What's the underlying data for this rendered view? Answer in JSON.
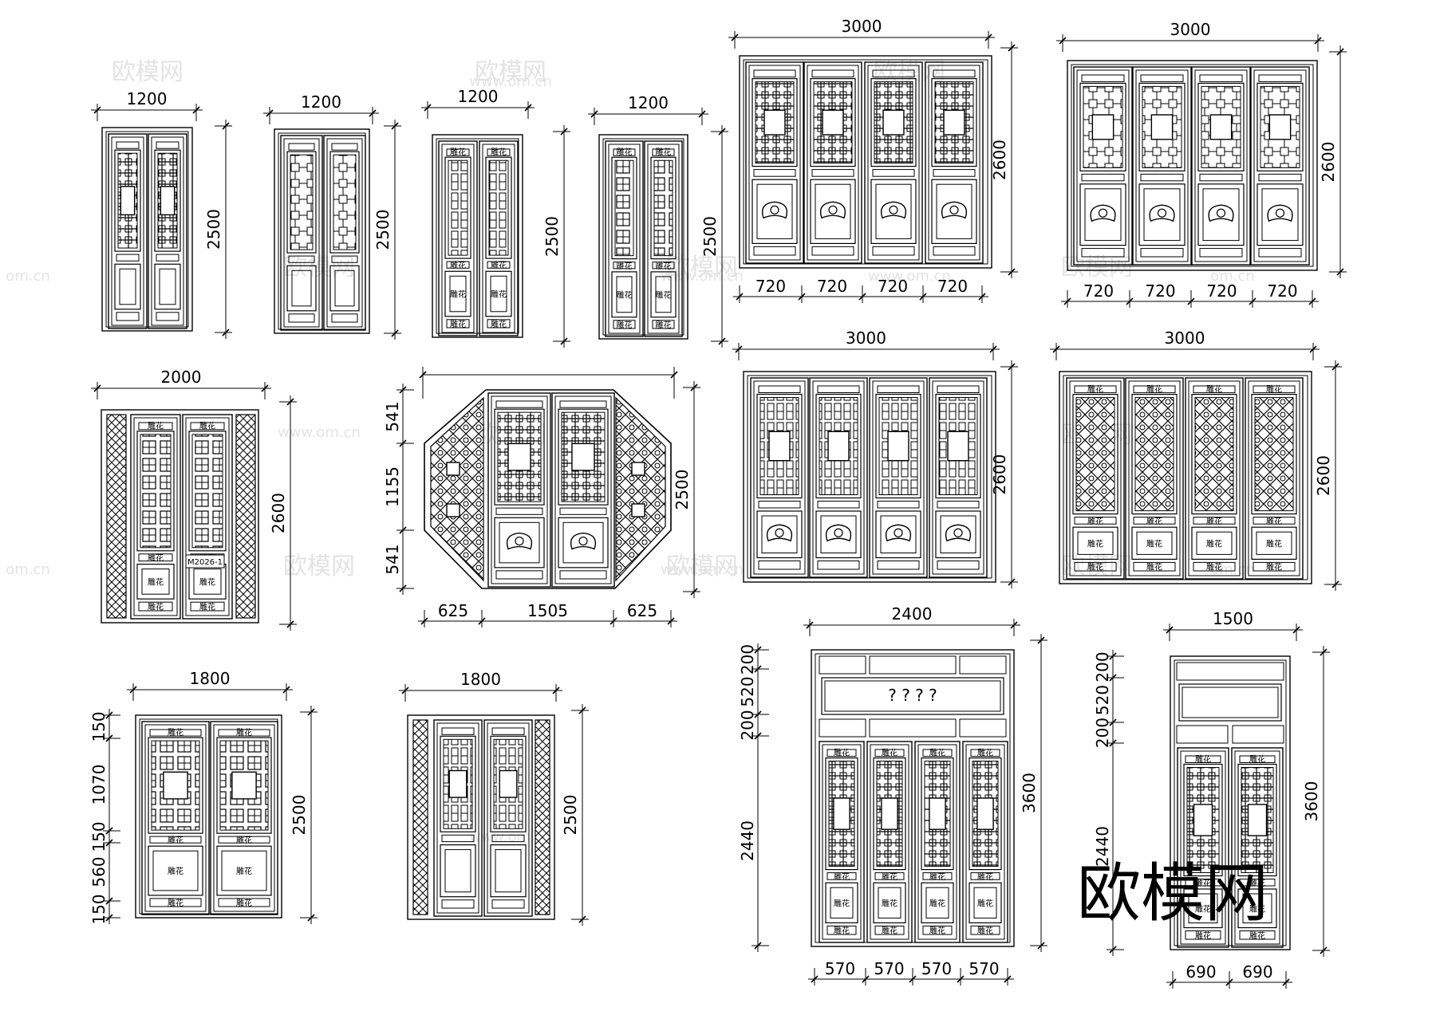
{
  "watermarks": {
    "brand": "欧模网",
    "site": "www.om.cn",
    "site_short": "om.cn"
  },
  "carving_label": "雕花",
  "door_code": "M2026-1",
  "question_marks": "? ? ? ?",
  "doors": [
    {
      "id": "d1",
      "width": "1200",
      "height": "2500"
    },
    {
      "id": "d2",
      "width": "1200",
      "height": "2500"
    },
    {
      "id": "d3",
      "width": "1200",
      "height": "2500"
    },
    {
      "id": "d4",
      "width": "1200",
      "height": "2500"
    },
    {
      "id": "d5",
      "width": "3000",
      "height": "2600",
      "panels": [
        "720",
        "720",
        "720",
        "720"
      ]
    },
    {
      "id": "d6",
      "width": "3000",
      "height": "2600",
      "panels": [
        "720",
        "720",
        "720",
        "720"
      ]
    },
    {
      "id": "d7",
      "width": "2000",
      "height": "2600"
    },
    {
      "id": "d8",
      "height": "2500",
      "left_dims": [
        "541",
        "1155",
        "541"
      ],
      "bottom_dims": [
        "625",
        "1505",
        "625"
      ]
    },
    {
      "id": "d9",
      "width": "3000",
      "height": "2600"
    },
    {
      "id": "d10",
      "width": "3000",
      "height": "2600"
    },
    {
      "id": "d11",
      "width": "1800",
      "height": "2500",
      "left_dims": [
        "150",
        "1070",
        "150",
        "560",
        "150"
      ]
    },
    {
      "id": "d12",
      "width": "1800",
      "height": "2500"
    },
    {
      "id": "d13",
      "width": "2400",
      "height": "3600",
      "left_dims": [
        "200",
        "520",
        "200",
        "2440"
      ],
      "panels": [
        "570",
        "570",
        "570",
        "570"
      ]
    },
    {
      "id": "d14",
      "width": "1500",
      "height": "3600",
      "left_dims": [
        "200",
        "520",
        "200",
        "2440"
      ],
      "panels": [
        "690",
        "690"
      ]
    }
  ]
}
